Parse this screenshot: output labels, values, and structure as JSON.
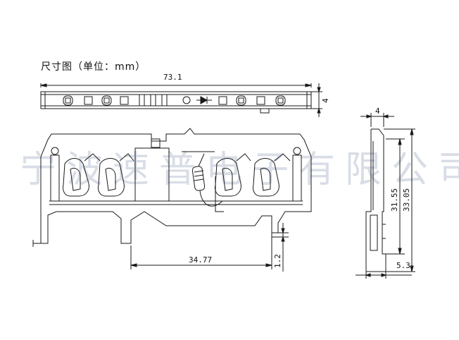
{
  "title": "尺寸图（单位：mm）",
  "watermark": "宁波速普电子有限公司",
  "dimensions": {
    "overall_length": "73.1",
    "top_thickness": "4",
    "base_width": "34.77",
    "foot_offset": "1.2",
    "side_width": "4",
    "height_inner": "31.55",
    "height_total": "33.05",
    "side_base": "5.3"
  },
  "colors": {
    "line": "#1a1a1a",
    "watermark": "#d8dde6"
  },
  "views": [
    "top-view",
    "front-view",
    "side-view"
  ],
  "symbols": [
    "diode-symbol",
    "resistor-component"
  ]
}
